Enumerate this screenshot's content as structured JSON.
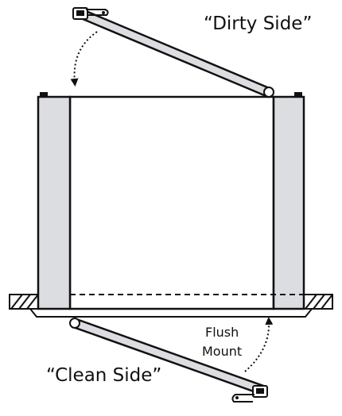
{
  "labels": {
    "dirty_side": "“Dirty Side”",
    "clean_side": "“Clean Side”",
    "flush_line1": "Flush",
    "flush_line2": "Mount"
  },
  "colors": {
    "outline": "#111111",
    "panel_fill": "#dcdde0",
    "background": "#ffffff"
  }
}
